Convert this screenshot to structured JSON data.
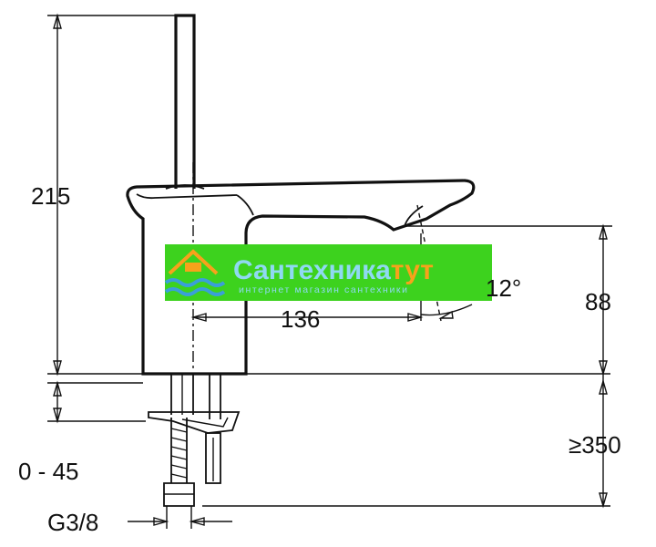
{
  "dimensions": {
    "total_height": "215",
    "spout_height": "88",
    "spout_reach": "136",
    "spout_angle": "12°",
    "under_clearance": "≥350",
    "deck_thickness": "0 - 45",
    "connection_thread": "G3/8"
  },
  "watermark": {
    "brand_part1": "Сантехника",
    "brand_part2": "тут",
    "tagline": "интернет магазин сантехники",
    "colors": {
      "band": "#3dd21e",
      "brand_text": "#8fd9f2",
      "brand_accent": "#f7a21b",
      "icon_waves": "#3a9fd9",
      "icon_house": "#f7a21b"
    }
  },
  "colors": {
    "line": "#111111",
    "background": "#ffffff"
  }
}
